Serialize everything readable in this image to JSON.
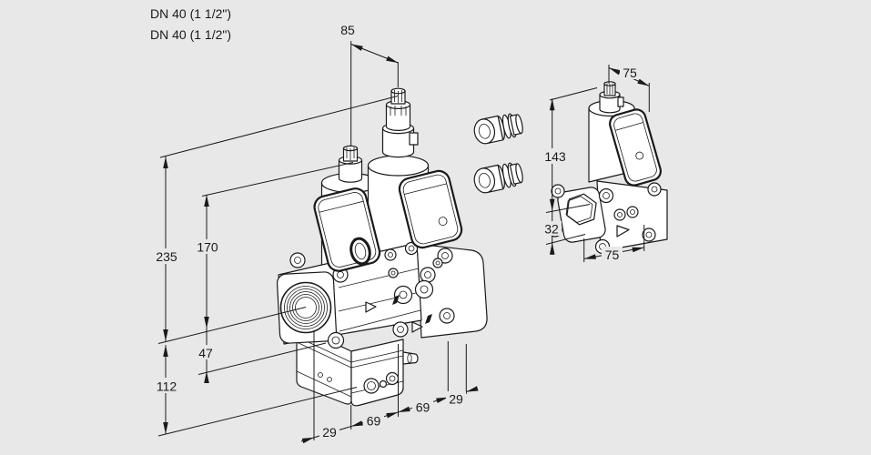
{
  "page": {
    "background": "#e8e8e8",
    "line_color": "#1a1a1a"
  },
  "labels": {
    "dn_line1": "DN 40 (1 1/2\")",
    "dn_line2": "DN 40 (1 1/2\")"
  },
  "dimensions": {
    "main": {
      "total_height": "235",
      "axis_to_actuator1_top": "170",
      "axis_to_flange_bottom": "47",
      "axis_to_base": "112",
      "top_offset": "85"
    },
    "bottom_chain": [
      "29",
      "69",
      "69",
      "29"
    ],
    "side_valve": {
      "top_width": "75",
      "height": "143",
      "axis_to_bottom": "32",
      "bottom_width": "75"
    }
  }
}
